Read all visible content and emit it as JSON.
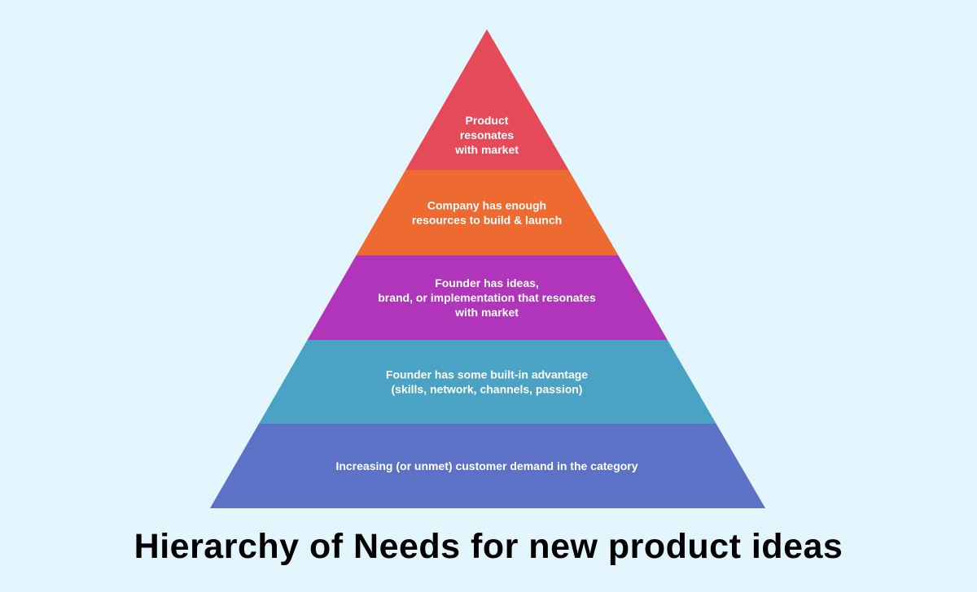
{
  "title": "Hierarchy of Needs for new product ideas",
  "colors": {
    "background": "#e3f5fd"
  },
  "levels": [
    {
      "lines": [
        "Product",
        "resonates",
        "with market"
      ],
      "color": "#e54a59"
    },
    {
      "lines": [
        "Company has enough",
        "resources to build & launch"
      ],
      "color": "#ed6a31"
    },
    {
      "lines": [
        "Founder has ideas,",
        "brand, or implementation that resonates",
        "with market"
      ],
      "color": "#b035bb"
    },
    {
      "lines": [
        "Founder has some built-in advantage",
        "(skills, network, channels, passion)"
      ],
      "color": "#4aa3c5"
    },
    {
      "lines": [
        "Increasing (or unmet) customer demand in the category"
      ],
      "color": "#5c72c7"
    }
  ]
}
